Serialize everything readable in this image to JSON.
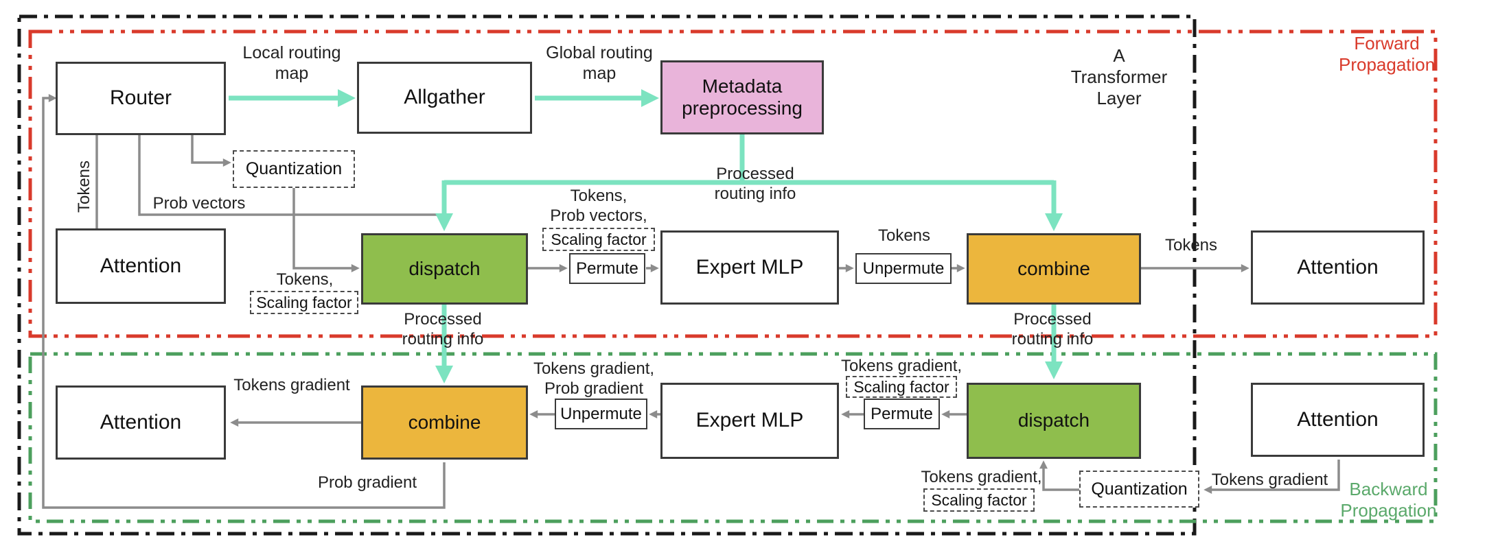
{
  "regions": {
    "transformer_layer": "A\nTransformer\nLayer",
    "forward": "Forward\nPropagation",
    "backward": "Backward\nPropagation"
  },
  "colors": {
    "teal_arrow": "#7CE3C0",
    "gray_wire": "#8C8C8C",
    "dispatch_green": "#8FBE4D",
    "combine_orange": "#ECB63D",
    "metadata_pink": "#E9B4DA",
    "forward_red": "#D93A2B",
    "backward_green_border": "#4C9F5D",
    "backward_green_text": "#5BA96B",
    "layer_border_black": "#1a1a1a"
  },
  "nodes": {
    "router": "Router",
    "allgather": "Allgather",
    "metadata": "Metadata\npreprocessing",
    "quantization_fwd": "Quantization",
    "attention_fwd_left": "Attention",
    "dispatch_fwd": "dispatch",
    "permute_fwd": "Permute",
    "expert_mlp_fwd": "Expert MLP",
    "unpermute_fwd": "Unpermute",
    "combine_fwd": "combine",
    "attention_fwd_right": "Attention",
    "attention_bwd_left": "Attention",
    "combine_bwd": "combine",
    "unpermute_bwd": "Unpermute",
    "expert_mlp_bwd": "Expert MLP",
    "permute_bwd": "Permute",
    "dispatch_bwd": "dispatch",
    "attention_bwd_right": "Attention",
    "quantization_bwd": "Quantization"
  },
  "edge_labels": {
    "local_routing_map": "Local routing\nmap",
    "global_routing_map": "Global routing\nmap",
    "tokens_vertical": "Tokens",
    "prob_vectors": "Prob vectors",
    "tokens_comma": "Tokens,",
    "scaling_factor_fwd_left": "Scaling factor",
    "tokens_prob": "Tokens,\nProb vectors,",
    "scaling_factor_fwd_mid": "Scaling factor",
    "tokens_unpermute": "Tokens",
    "processed_routing_top": "Processed\nrouting info",
    "processed_routing_left": "Processed\nrouting info",
    "processed_routing_right": "Processed\nrouting info",
    "tokens_fwd_right": "Tokens",
    "tokens_gradient_left": "Tokens gradient",
    "prob_gradient": "Prob gradient",
    "tokens_prob_gradient": "Tokens gradient,\nProb gradient",
    "tokens_gradient_scaling_mid": "Tokens gradient,",
    "scaling_factor_bwd_mid": "Scaling factor",
    "tokens_gradient_scaling_right": "Tokens gradient,",
    "scaling_factor_bwd_right": "Scaling factor",
    "tokens_gradient_right": "Tokens gradient"
  }
}
